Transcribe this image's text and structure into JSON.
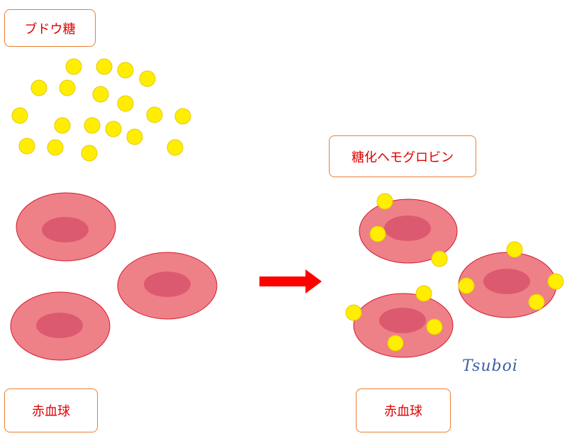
{
  "labels": {
    "glucose": "ブドウ糖",
    "glycated_hemoglobin": "糖化ヘモグロビン",
    "rbc_left": "赤血球",
    "rbc_right": "赤血球"
  },
  "signature": "Tsuboi",
  "colors": {
    "glucose": "#ffee00",
    "glucose_stroke": "#e8c800",
    "cell_fill": "#ee8088",
    "cell_stroke": "#d61a2a",
    "nucleus": "#dc5a70",
    "arrow": "#ff0000",
    "label_text": "#e00000",
    "label_border": "#ed7d31",
    "signature": "#3d5fa8"
  },
  "icons": [
    "glucose-molecule",
    "red-blood-cell",
    "right-arrow"
  ]
}
